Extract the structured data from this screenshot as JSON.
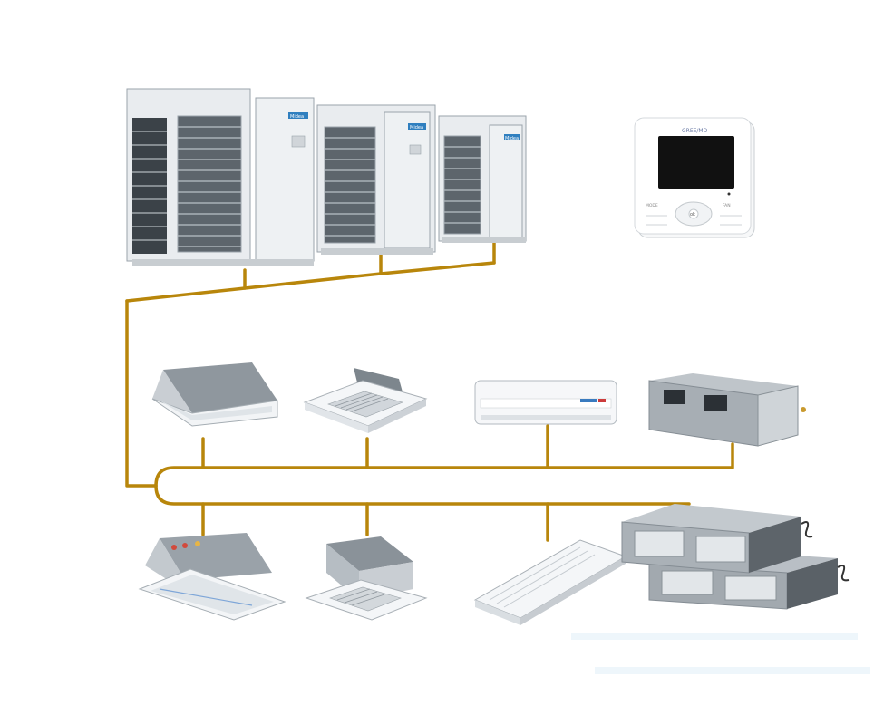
{
  "diagram": {
    "colors": {
      "pipe": "#b8860b",
      "unit_body": "#e9ecef",
      "unit_edge": "#9aa3ab",
      "grille": "#4b5259",
      "screen": "#111111",
      "fade_bar": "#eef6fb"
    },
    "outdoor_units": {
      "logos": [
        "Midea",
        "Midea",
        "Midea"
      ]
    },
    "controller": {
      "brand": "GREE/MD",
      "button_center": "ok",
      "left_label": "MODE",
      "right_label": "FAN"
    },
    "indoor_units_top": [
      {
        "icon": "ceiling-concealed-unit-icon"
      },
      {
        "icon": "four-way-cassette-icon"
      },
      {
        "icon": "wall-mounted-unit-icon"
      },
      {
        "icon": "ducted-unit-icon"
      }
    ],
    "indoor_units_bottom": [
      {
        "icon": "one-way-cassette-icon"
      },
      {
        "icon": "compact-cassette-icon"
      },
      {
        "icon": "ceiling-floor-unit-icon"
      },
      {
        "icon": "stacked-duct-units-icon"
      }
    ]
  }
}
